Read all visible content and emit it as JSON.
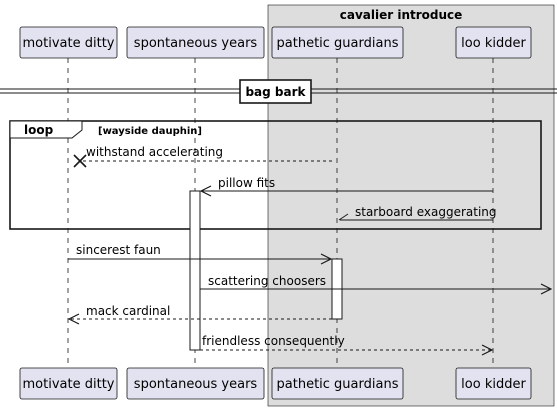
{
  "box": {
    "title": "cavalier introduce"
  },
  "participants": {
    "p1": "motivate ditty",
    "p2": "spontaneous years",
    "p3": "pathetic guardians",
    "p4": "loo kidder"
  },
  "divider": {
    "label": "bag bark"
  },
  "loop": {
    "keyword": "loop",
    "condition": "[wayside dauphin]"
  },
  "messages": {
    "m1": "withstand accelerating",
    "m2": "pillow fits",
    "m3": "starboard exaggerating",
    "m4": "sincerest faun",
    "m5": "scattering choosers",
    "m6": "mack cardinal",
    "m7": "friendless consequently"
  },
  "colors": {
    "participant_fill": "#E2E2F0",
    "participant_border": "#181818",
    "box_fill": "#DDDDDD",
    "line": "#181818"
  }
}
